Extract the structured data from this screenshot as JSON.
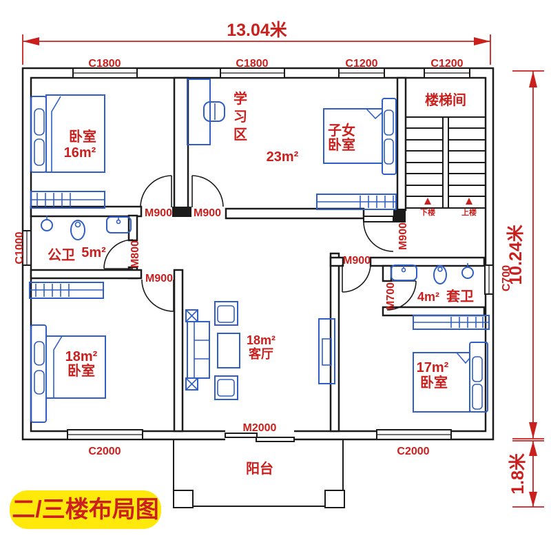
{
  "title": "二/三楼布局图",
  "dimensions": {
    "total_width": "13.04米",
    "total_height": "10.24米",
    "balcony_depth": "1.8米"
  },
  "windows": {
    "c1800": "C1800",
    "c1200": "C1200",
    "c1000": "C1000",
    "c700": "C700",
    "c2000": "C2000"
  },
  "doors": {
    "m900": "M900",
    "m800": "M800",
    "m700": "M700",
    "m2000": "M2000"
  },
  "rooms": {
    "bedroom_top_left": {
      "name": "卧室",
      "area": "16m²"
    },
    "study_area": {
      "chars": [
        "学",
        "习",
        "区"
      ]
    },
    "family_room_area": "23m²",
    "children_bedroom": {
      "line1": "子女",
      "line2": "卧室"
    },
    "stairwell": {
      "name": "楼梯间",
      "down_label": "下楼",
      "up_label": "上楼"
    },
    "shared_bathroom": {
      "name": "公卫",
      "area": "5m²"
    },
    "bedroom_bottom_left": {
      "area": "18m²",
      "name": "卧室"
    },
    "living_room": {
      "area": "18m²",
      "name": "客厅"
    },
    "ensuite_bathroom": {
      "area": "4m²",
      "name": "套卫"
    },
    "bedroom_bottom_right": {
      "area": "17m²",
      "name": "卧室"
    },
    "balcony": {
      "name": "阳台"
    }
  },
  "colors": {
    "wall": "#1b1b1b",
    "furniture": "#2f5fc4",
    "label": "#c9201d",
    "title_bg": "#ffe90a",
    "title_text": "#cc1f1f"
  }
}
